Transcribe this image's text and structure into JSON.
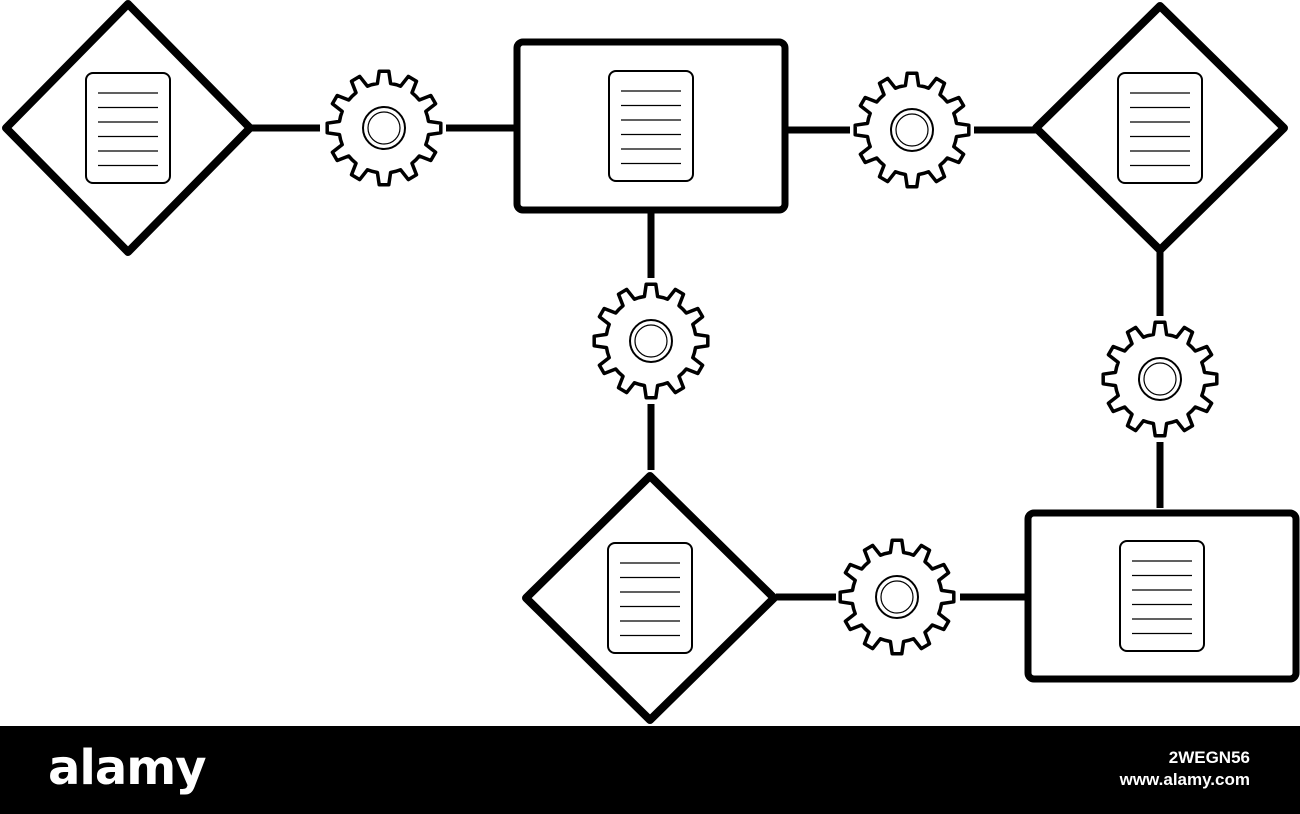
{
  "diagram": {
    "stroke_color": "#000000",
    "background": "#ffffff",
    "nodes": [
      {
        "id": "n1",
        "shape": "diamond",
        "icon": "document-icon"
      },
      {
        "id": "n2",
        "shape": "rectangle",
        "icon": "document-icon"
      },
      {
        "id": "n3",
        "shape": "diamond",
        "icon": "document-icon"
      },
      {
        "id": "n4",
        "shape": "diamond",
        "icon": "document-icon"
      },
      {
        "id": "n5",
        "shape": "rectangle",
        "icon": "document-icon"
      }
    ],
    "connections": [
      {
        "from": "n1",
        "to": "n2",
        "via": "gear-icon"
      },
      {
        "from": "n2",
        "to": "n3",
        "via": "gear-icon"
      },
      {
        "from": "n2",
        "to": "n4",
        "via": "gear-icon"
      },
      {
        "from": "n3",
        "to": "n5",
        "via": "gear-icon"
      },
      {
        "from": "n4",
        "to": "n5",
        "via": "gear-icon"
      }
    ]
  },
  "watermark": {
    "brand": "alamy",
    "image_id": "2WEGN56",
    "site": "www.alamy.com",
    "background": "#000000",
    "text_color": "#ffffff"
  }
}
